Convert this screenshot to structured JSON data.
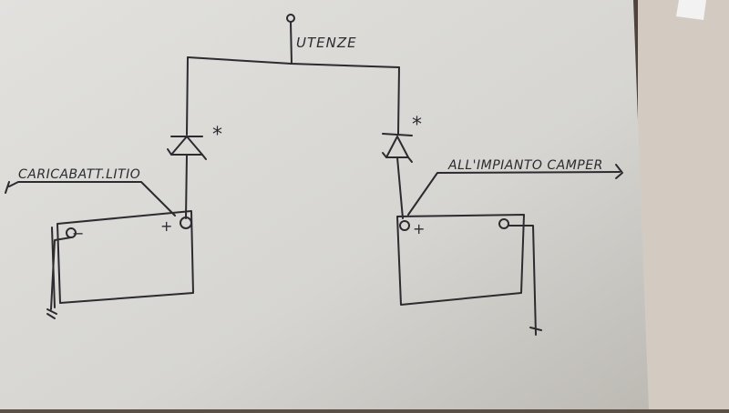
{
  "labels": {
    "loads": "UTENZE",
    "charger": "CARICABATT.LITIO",
    "camper": "ALL'IMPIANTO CAMPER",
    "diode_mark_left": "*",
    "diode_mark_right": "*",
    "plus_left": "+",
    "plus_right": "+",
    "minus_left": "−"
  },
  "colors": {
    "ink": "#2b2b30",
    "paper": "#d9d8d4",
    "paper_shadow": "#b9b6b0",
    "background": "#5a5046"
  }
}
